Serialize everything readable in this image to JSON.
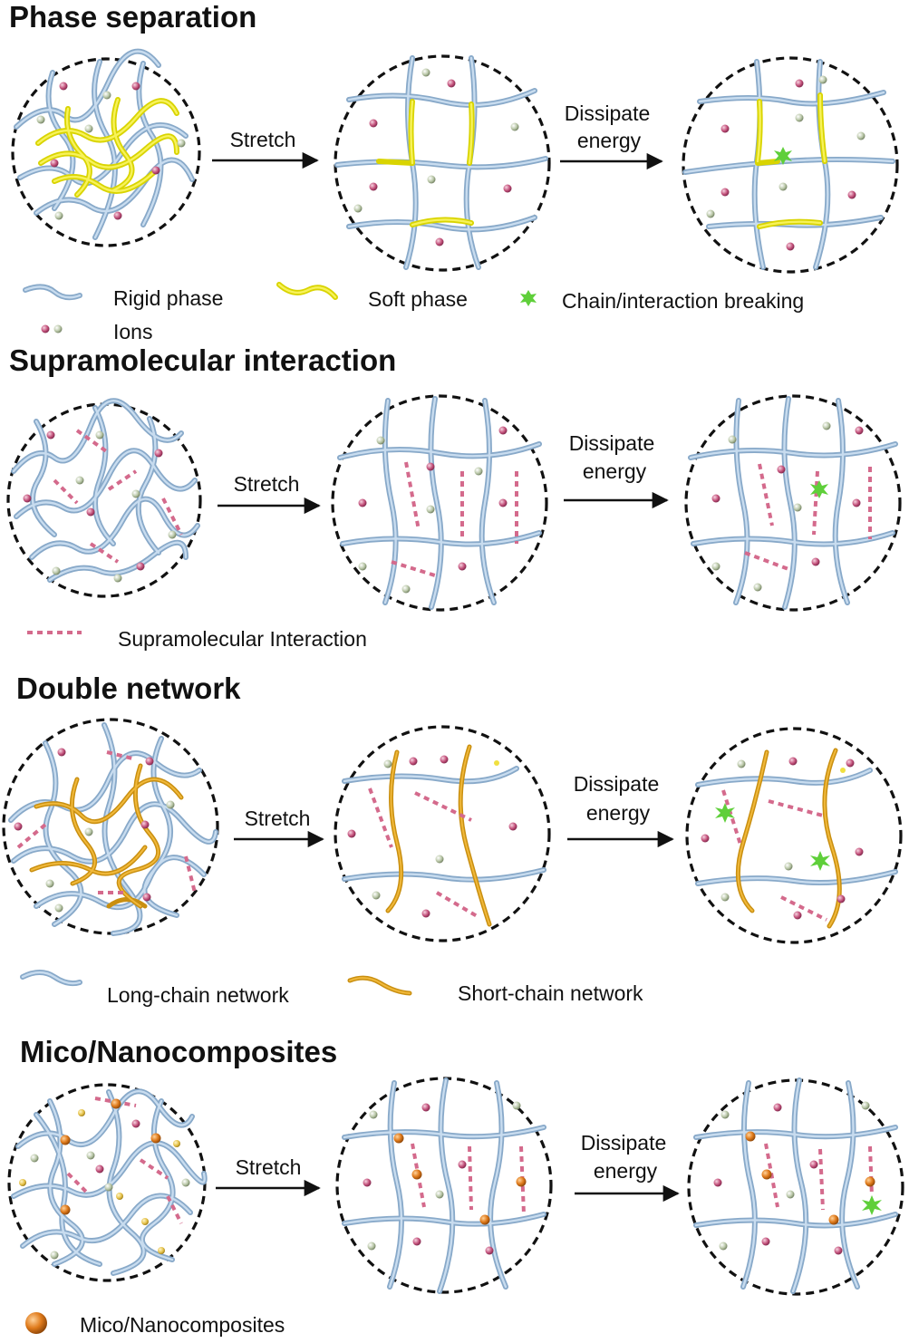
{
  "sections": [
    {
      "title": "Phase separation",
      "arrow1_label": "Stretch",
      "arrow2_label_line1": "Dissipate",
      "arrow2_label_line2": "energy",
      "legend": [
        {
          "icon": "rigid-chain-icon",
          "label": "Rigid phase"
        },
        {
          "icon": "soft-chain-icon",
          "label": "Soft phase"
        },
        {
          "icon": "break-star-icon",
          "label": "Chain/interaction breaking"
        },
        {
          "icon": "ions-icon",
          "label": "Ions"
        }
      ]
    },
    {
      "title": "Supramolecular interaction",
      "arrow1_label": "Stretch",
      "arrow2_label_line1": "Dissipate",
      "arrow2_label_line2": "energy",
      "legend": [
        {
          "icon": "dashed-link-icon",
          "label": "Supramolecular Interaction"
        }
      ]
    },
    {
      "title": "Double network",
      "arrow1_label": "Stretch",
      "arrow2_label_line1": "Dissipate",
      "arrow2_label_line2": "energy",
      "legend": [
        {
          "icon": "long-chain-icon",
          "label": "Long-chain network"
        },
        {
          "icon": "short-chain-icon",
          "label": "Short-chain network"
        }
      ]
    },
    {
      "title": "Mico/Nanocomposites",
      "arrow1_label": "Stretch",
      "arrow2_label_line1": "Dissipate",
      "arrow2_label_line2": "energy",
      "legend": [
        {
          "icon": "nanoparticle-icon",
          "label": "Mico/Nanocomposites"
        }
      ]
    }
  ],
  "colors": {
    "rigid_chain": "#88a9c9",
    "soft_chain": "#d9d400",
    "short_chain": "#c98f10",
    "supramolecular": "#d46a8c",
    "ion_pink": "#c2507a",
    "ion_green": "#b8c6a6",
    "break_star": "#5fcf3a",
    "nanoparticle": "#e07b1c"
  }
}
